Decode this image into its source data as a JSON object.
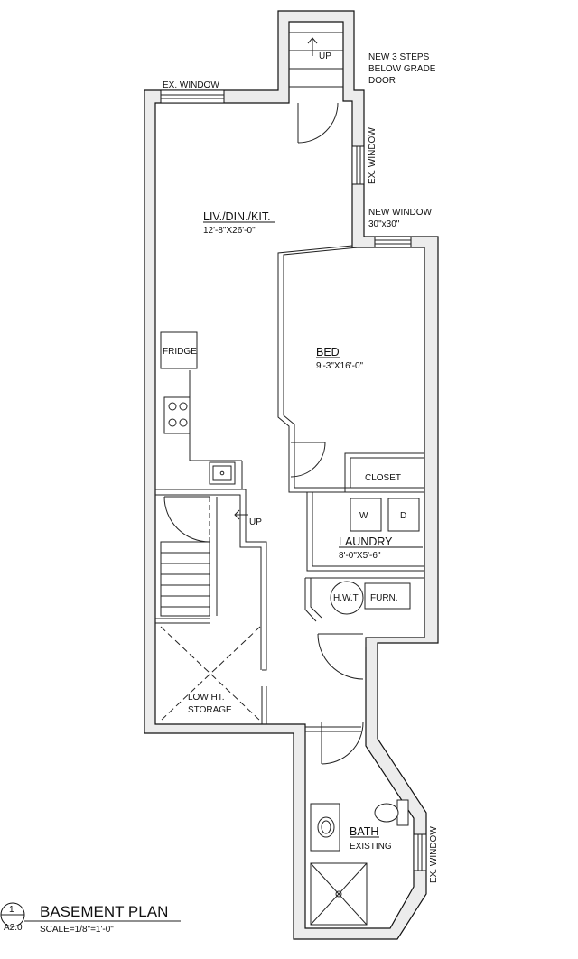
{
  "drawing": {
    "title": "BASEMENT PLAN",
    "scale": "SCALE=1/8\"=1'-0\"",
    "detail_number": "1",
    "sheet_number": "A2.0"
  },
  "rooms": {
    "living": {
      "name": "LIV./DIN./KIT.",
      "size": "12'-8\"X26'-0\""
    },
    "bed": {
      "name": "BED",
      "size": "9'-3\"X16'-0\""
    },
    "laundry": {
      "name": "LAUNDRY",
      "size": "8'-0\"X5'-6\""
    },
    "bath": {
      "name": "BATH",
      "note": "EXISTING"
    },
    "storage": {
      "line1": "LOW HT.",
      "line2": "STORAGE"
    },
    "closet": {
      "name": "CLOSET"
    }
  },
  "fixtures": {
    "fridge": "FRIDGE",
    "washer": "W",
    "dryer": "D",
    "hwt": "H.W.T",
    "furnace": "FURN."
  },
  "stairs": {
    "up_top": "UP",
    "up_main": "UP"
  },
  "notes": {
    "ex_window_top": "EX. WINDOW",
    "ex_window_right": "EX. WINDOW",
    "ex_window_bath": "EX. WINDOW",
    "new_steps": [
      "NEW 3 STEPS",
      "BELOW GRADE",
      "DOOR"
    ],
    "new_window": [
      "NEW WINDOW",
      "30\"x30\""
    ]
  }
}
